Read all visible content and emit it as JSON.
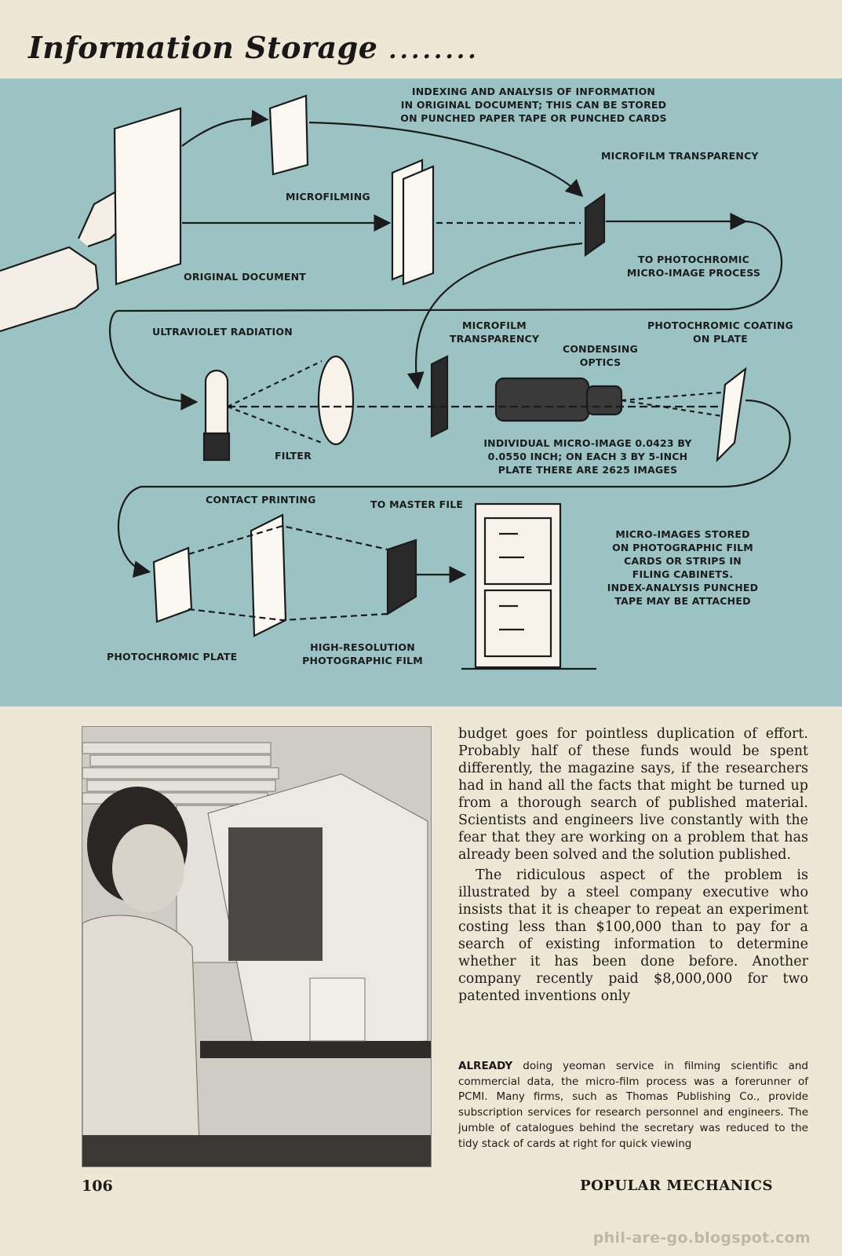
{
  "header": {
    "title": "Information Storage",
    "leader": "........"
  },
  "diagram": {
    "labels": {
      "indexing": "INDEXING AND ANALYSIS OF INFORMATION\nIN ORIGINAL DOCUMENT; THIS CAN BE STORED\nON PUNCHED PAPER TAPE OR PUNCHED CARDS",
      "microfilm_transparency_top": "MICROFILM TRANSPARENCY",
      "microfilming": "MICROFILMING",
      "original_document": "ORIGINAL DOCUMENT",
      "to_photochromic": "TO PHOTOCHROMIC\nMICRO-IMAGE PROCESS",
      "ultraviolet": "ULTRAVIOLET RADIATION",
      "microfilm_transparency_mid": "MICROFILM\nTRANSPARENCY",
      "condensing_optics": "CONDENSING\nOPTICS",
      "photochromic_coating": "PHOTOCHROMIC COATING\nON PLATE",
      "filter": "FILTER",
      "micro_image_size": "INDIVIDUAL MICRO-IMAGE 0.0423 BY\n0.0550 INCH; ON EACH 3 BY 5-INCH\nPLATE THERE ARE 2625 IMAGES",
      "contact_printing": "CONTACT PRINTING",
      "to_master_file": "TO MASTER FILE",
      "micro_images_stored": "MICRO-IMAGES STORED\nON PHOTOGRAPHIC FILM\nCARDS OR STRIPS IN\nFILING CABINETS.\nINDEX-ANALYSIS PUNCHED\nTAPE MAY BE ATTACHED",
      "photochromic_plate": "PHOTOCHROMIC PLATE",
      "high_resolution": "HIGH-RESOLUTION\nPHOTOGRAPHIC FILM"
    }
  },
  "article": {
    "paragraphs": [
      "budget goes for pointless duplication of effort. Probably half of these funds would be spent differently, the magazine says, if the researchers had in hand all the facts that might be turned up from a thorough search of published material. Scientists and engineers live constantly with the fear that they are working on a problem that has already been solved and the solution published.",
      "The ridiculous aspect of the problem is illustrated by a steel company executive who insists that it is cheaper to repeat an experiment costing less than $100,000 than to pay for a search of existing information to determine whether it has been done before. Another company recently paid $8,000,000 for two patented inventions only"
    ]
  },
  "caption": {
    "lead": "ALREADY",
    "text": " doing yeoman service in filming scientific and commercial data, the micro-film process was a forerunner of PCMI. Many firms, such as Thomas Publishing Co., provide subscription services for research personnel and engineers. The jumble of catalogues behind the secretary was reduced to the tidy stack of cards at right for quick viewing"
  },
  "footer": {
    "page_number": "106",
    "magazine": "POPULAR MECHANICS"
  },
  "watermark": "phil-are-go.blogspot.com",
  "colors": {
    "paper": "#efe7d6",
    "diagram_bg": "#9bc3c3",
    "ink": "#1b1b1b"
  }
}
